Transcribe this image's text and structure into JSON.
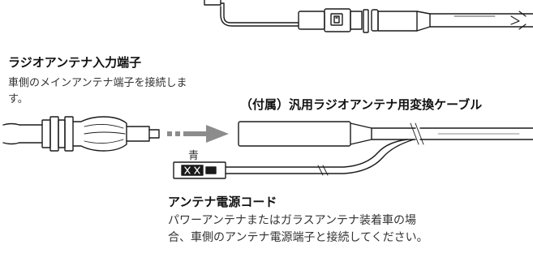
{
  "labels": {
    "radio_terminal_title": "ラジオアンテナ入力端子",
    "radio_terminal_desc": "車側のメインアンテナ端子を接続します。",
    "conversion_cable_title": "（付属）汎用ラジオアンテナ用変換ケーブル",
    "wire_color_label": "青",
    "power_cord_title": "アンテナ電源コード",
    "power_cord_desc": "パワーアンテナまたはガラスアンテナ装着車の場合、車側のアンテナ電源端子と接続してください。"
  },
  "colors": {
    "line": "#1a1a1a",
    "arrow": "#8c8c8c",
    "background": "#ffffff"
  },
  "icons": {
    "top_connector": "din-plug-icon",
    "radio_plug": "radio-antenna-plug-icon",
    "arrow": "right-arrow-icon",
    "cable_socket": "cable-socket-icon",
    "power_connector": "spade-connector-icon"
  }
}
